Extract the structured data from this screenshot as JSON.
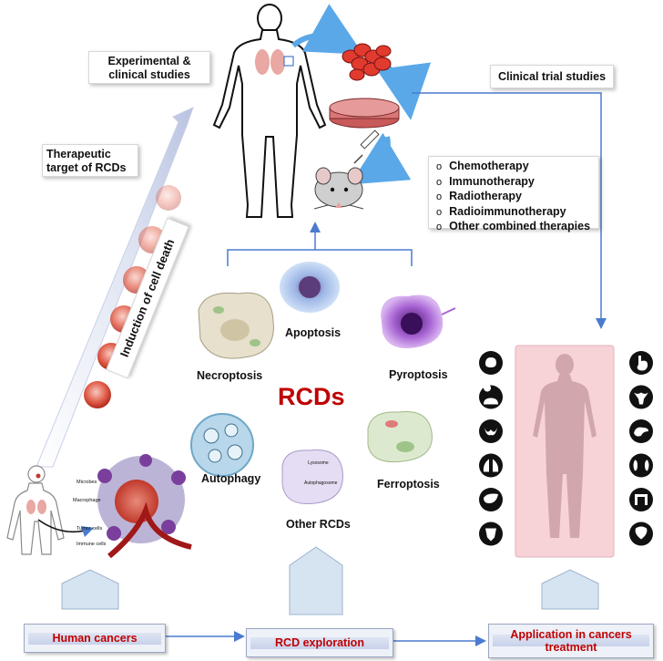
{
  "labels": {
    "experimental": "Experimental & clinical studies",
    "clinical_trial": "Clinical trial studies",
    "therapeutic_target": "Therapeutic target of RCDs",
    "induction": "Induction of cell death",
    "rcds": "RCDs",
    "tumor_labels": [
      "Microbes",
      "Macrophage",
      "Tumor cells",
      "Immune cells"
    ],
    "cell_labels": [
      "Lysosome",
      "Autophagosome"
    ]
  },
  "therapies": [
    "Chemotherapy",
    "Immunotherapy",
    "Radiotherapy",
    "Radioimmunotherapy",
    "Other combined therapies"
  ],
  "rcd_types": [
    {
      "key": "necroptosis",
      "label": "Necroptosis"
    },
    {
      "key": "apoptosis",
      "label": "Apoptosis"
    },
    {
      "key": "pyroptosis",
      "label": "Pyroptosis"
    },
    {
      "key": "autophagy",
      "label": "Autophagy"
    },
    {
      "key": "ferroptosis",
      "label": "Ferroptosis"
    },
    {
      "key": "other",
      "label": "Other RCDs"
    }
  ],
  "bottom_steps": [
    {
      "key": "human_cancers",
      "label": "Human cancers"
    },
    {
      "key": "rcd_exploration",
      "label": "RCD exploration"
    },
    {
      "key": "application",
      "label": "Application in cancers treatment"
    }
  ],
  "icons_left": [
    "brain-icon",
    "head-icon",
    "thyroid-icon",
    "lungs-icon",
    "liver-icon",
    "bladder-icon"
  ],
  "icons_right": [
    "stomach-icon",
    "uterus-icon",
    "pancreas-icon",
    "kidneys-icon",
    "colon-icon",
    "prostate-icon"
  ],
  "colors": {
    "accent_red": "#c00000",
    "arrow_blue": "#4a7bd0",
    "curved_arrow_blue": "#5aa8e8",
    "pink_panel": "#f4c9cf",
    "step_fill": "#d6e3f0"
  }
}
